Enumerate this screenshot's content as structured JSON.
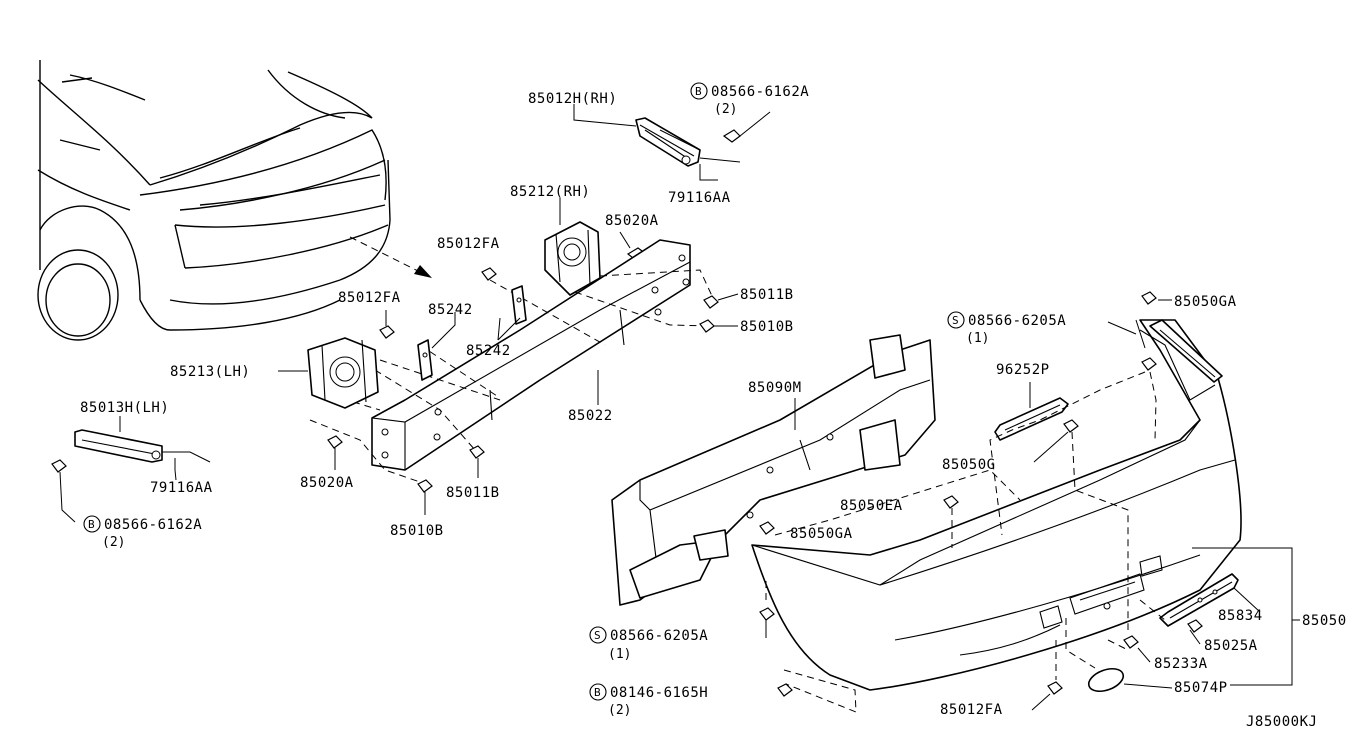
{
  "diagram_id": "J85000KJ",
  "labels": {
    "p85012H_RH": "85012H(RH)",
    "p08566_6162A_top": "08566-6162A",
    "p08566_6162A_top_qty": "(2)",
    "p79116AA_top": "79116AA",
    "p85212_RH": "85212(RH)",
    "p85020A_top": "85020A",
    "p85012FA_top": "85012FA",
    "p85011B_top": "85011B",
    "p85010B_top": "85010B",
    "p85012FA_mid": "85012FA",
    "p85242_a": "85242",
    "p85242_b": "85242",
    "p85213_LH": "85213(LH)",
    "p85022": "85022",
    "p85013H_LH": "85013H(LH)",
    "p79116AA_left": "79116AA",
    "p08566_6162A_left": "08566-6162A",
    "p08566_6162A_left_qty": "(2)",
    "p85020A_bot": "85020A",
    "p85011B_bot": "85011B",
    "p85010B_bot": "85010B",
    "p85090M": "85090M",
    "p08566_6205A_top": "08566-6205A",
    "p08566_6205A_top_qty": "(1)",
    "p85050GA_top": "85050GA",
    "p96252P": "96252P",
    "p85050G": "85050G",
    "p85050EA": "85050EA",
    "p85050GA_mid": "85050GA",
    "p08566_6205A_bot": "08566-6205A",
    "p08566_6205A_bot_qty": "(1)",
    "p08146_6165H": "08146-6165H",
    "p08146_6165H_qty": "(2)",
    "p85834": "85834",
    "p85025A": "85025A",
    "p85050": "85050",
    "p85233A": "85233A",
    "p85074P": "85074P",
    "p85012FA_bot": "85012FA"
  },
  "badges": {
    "bolt_b": "B",
    "screw_s": "S"
  }
}
